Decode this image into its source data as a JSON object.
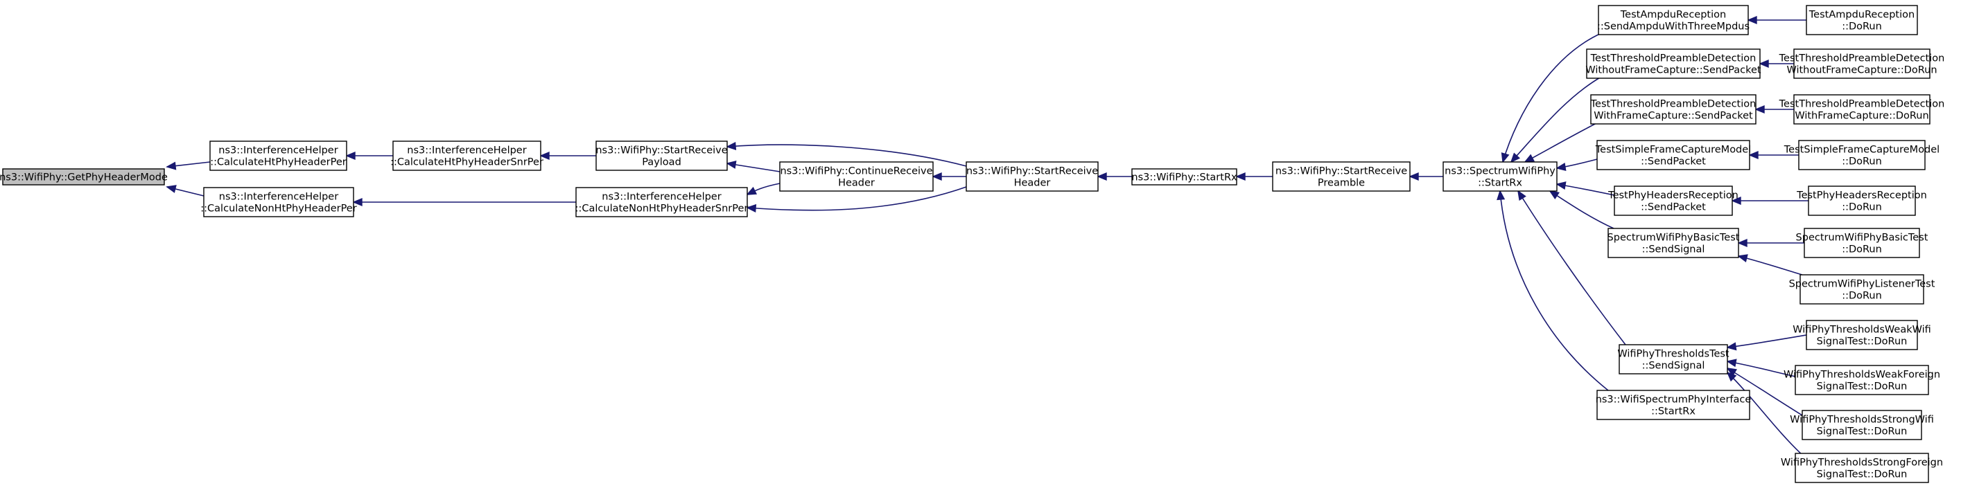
{
  "nodes": {
    "n0": {
      "lines": [
        "ns3::WifiPhy::GetPhyHeaderMode"
      ],
      "root": true
    },
    "n1": {
      "lines": [
        "ns3::InterferenceHelper",
        "::CalculateHtPhyHeaderPer"
      ]
    },
    "n2": {
      "lines": [
        "ns3::InterferenceHelper",
        "::CalculateNonHtPhyHeaderPer"
      ]
    },
    "n3": {
      "lines": [
        "ns3::InterferenceHelper",
        "::CalculateHtPhyHeaderSnrPer"
      ]
    },
    "n4": {
      "lines": [
        "ns3::InterferenceHelper",
        "::CalculateNonHtPhyHeaderSnrPer"
      ]
    },
    "n5": {
      "lines": [
        "ns3::WifiPhy::StartReceive",
        "Payload"
      ]
    },
    "n6": {
      "lines": [
        "ns3::WifiPhy::ContinueReceive",
        "Header"
      ]
    },
    "n7": {
      "lines": [
        "ns3::WifiPhy::StartReceive",
        "Header"
      ]
    },
    "n8": {
      "lines": [
        "ns3::WifiPhy::StartRx"
      ]
    },
    "n9": {
      "lines": [
        "ns3::WifiPhy::StartReceive",
        "Preamble"
      ]
    },
    "n10": {
      "lines": [
        "ns3::SpectrumWifiPhy",
        "::StartRx"
      ]
    },
    "n11": {
      "lines": [
        "TestAmpduReception",
        "::SendAmpduWithThreeMpdus"
      ]
    },
    "n12": {
      "lines": [
        "TestThresholdPreambleDetection",
        "WithoutFrameCapture::SendPacket"
      ]
    },
    "n13": {
      "lines": [
        "TestThresholdPreambleDetection",
        "WithFrameCapture::SendPacket"
      ]
    },
    "n14": {
      "lines": [
        "TestSimpleFrameCaptureModel",
        "::SendPacket"
      ]
    },
    "n15": {
      "lines": [
        "TestPhyHeadersReception",
        "::SendPacket"
      ]
    },
    "n16": {
      "lines": [
        "SpectrumWifiPhyBasicTest",
        "::SendSignal"
      ]
    },
    "n17": {
      "lines": [
        "WifiPhyThresholdsTest",
        "::SendSignal"
      ]
    },
    "n18": {
      "lines": [
        "ns3::WifiSpectrumPhyInterface",
        "::StartRx"
      ]
    },
    "n19": {
      "lines": [
        "TestAmpduReception",
        "::DoRun"
      ]
    },
    "n20": {
      "lines": [
        "TestThresholdPreambleDetection",
        "WithoutFrameCapture::DoRun"
      ]
    },
    "n21": {
      "lines": [
        "TestThresholdPreambleDetection",
        "WithFrameCapture::DoRun"
      ]
    },
    "n22": {
      "lines": [
        "TestSimpleFrameCaptureModel",
        "::DoRun"
      ]
    },
    "n23": {
      "lines": [
        "TestPhyHeadersReception",
        "::DoRun"
      ]
    },
    "n24": {
      "lines": [
        "SpectrumWifiPhyBasicTest",
        "::DoRun"
      ]
    },
    "n25": {
      "lines": [
        "SpectrumWifiPhyListenerTest",
        "::DoRun"
      ]
    },
    "n26": {
      "lines": [
        "WifiPhyThresholdsWeakWifi",
        "SignalTest::DoRun"
      ]
    },
    "n27": {
      "lines": [
        "WifiPhyThresholdsWeakForeign",
        "SignalTest::DoRun"
      ]
    },
    "n28": {
      "lines": [
        "WifiPhyThresholdsStrongWifi",
        "SignalTest::DoRun"
      ]
    },
    "n29": {
      "lines": [
        "WifiPhyThresholdsStrongForeign",
        "SignalTest::DoRun"
      ]
    }
  },
  "edges": [
    [
      "n1",
      "n0"
    ],
    [
      "n2",
      "n0"
    ],
    [
      "n3",
      "n1"
    ],
    [
      "n4",
      "n2"
    ],
    [
      "n5",
      "n3"
    ],
    [
      "n6",
      "n4"
    ],
    [
      "n7",
      "n4"
    ],
    [
      "n6",
      "n5"
    ],
    [
      "n7",
      "n5"
    ],
    [
      "n7",
      "n6"
    ],
    [
      "n8",
      "n7"
    ],
    [
      "n9",
      "n8"
    ],
    [
      "n10",
      "n9"
    ],
    [
      "n11",
      "n10"
    ],
    [
      "n12",
      "n10"
    ],
    [
      "n13",
      "n10"
    ],
    [
      "n14",
      "n10"
    ],
    [
      "n15",
      "n10"
    ],
    [
      "n16",
      "n10"
    ],
    [
      "n17",
      "n10"
    ],
    [
      "n18",
      "n10"
    ],
    [
      "n19",
      "n11"
    ],
    [
      "n20",
      "n12"
    ],
    [
      "n21",
      "n13"
    ],
    [
      "n22",
      "n14"
    ],
    [
      "n23",
      "n15"
    ],
    [
      "n24",
      "n16"
    ],
    [
      "n25",
      "n16"
    ],
    [
      "n26",
      "n17"
    ],
    [
      "n27",
      "n17"
    ],
    [
      "n28",
      "n17"
    ],
    [
      "n29",
      "n17"
    ]
  ]
}
